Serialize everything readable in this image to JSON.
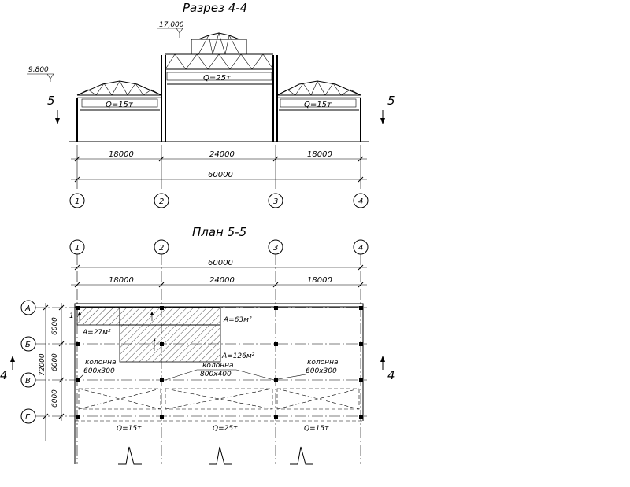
{
  "section": {
    "title": "Разрез 4-4",
    "elev_top": "17,000",
    "elev_side": "9,800",
    "crane_left": "Q=15т",
    "crane_mid": "Q=25т",
    "crane_right": "Q=15т",
    "cut_mark": "5",
    "dim_left": "18000",
    "dim_mid": "24000",
    "dim_right": "18000",
    "dim_total": "60000",
    "axes": [
      "1",
      "2",
      "3",
      "4"
    ]
  },
  "plan": {
    "title": "План 5-5",
    "axes": [
      "1",
      "2",
      "3",
      "4"
    ],
    "rows": [
      "А",
      "Б",
      "В",
      "Г"
    ],
    "dim_total": "60000",
    "dim_left": "18000",
    "dim_mid": "24000",
    "dim_right": "18000",
    "row_dims": [
      "6000",
      "6000",
      "6000"
    ],
    "row_total": "72000",
    "area_small": "A=27м²",
    "area_mid": "A=63м²",
    "area_large": "A=126м²",
    "col1_label": "колонна",
    "col1_size": "600x300",
    "col2_label": "колонна",
    "col2_size": "800x400",
    "col3_label": "колонна",
    "col3_size": "600x300",
    "crane_left": "Q=15т",
    "crane_mid": "Q=25т",
    "crane_right": "Q=15т",
    "cut_mark": "4",
    "mark_1": "1"
  }
}
